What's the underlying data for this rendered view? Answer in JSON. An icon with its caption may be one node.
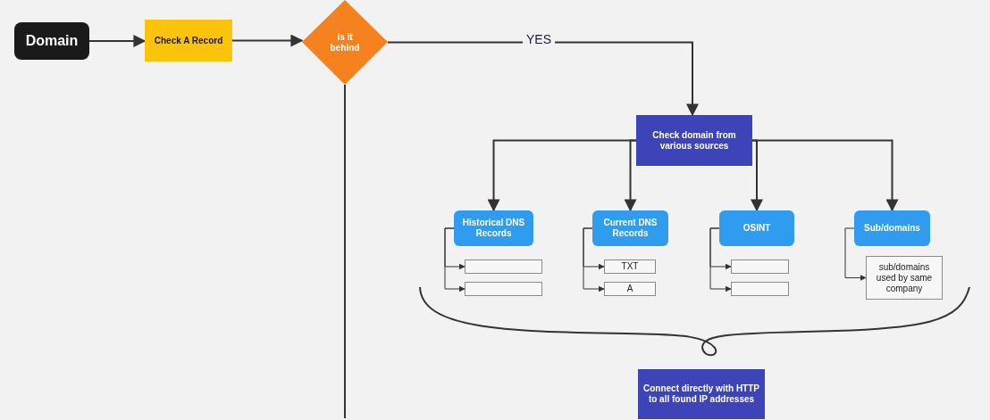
{
  "diagram": {
    "nodes": [
      {
        "text": [
          "Domain"
        ]
      },
      {
        "text": [
          "Check A Record"
        ]
      },
      {
        "text": [
          "is it behind"
        ]
      },
      {
        "text": [
          "Check domain from various sources"
        ]
      },
      {
        "text": [
          "Historical DNS Records"
        ]
      },
      {
        "text": [
          "Current DNS Records"
        ]
      },
      {
        "text": [
          "OSINT"
        ]
      },
      {
        "text": [
          "Sub/domains"
        ]
      },
      {
        "text": [],
        "shape": "box"
      },
      {
        "text": [],
        "shape": "box"
      },
      {
        "text": [
          "TXT"
        ]
      },
      {
        "text": [
          "A"
        ]
      },
      {
        "text": [],
        "shape": "box"
      },
      {
        "text": [],
        "shape": "box"
      },
      {
        "text": [
          "sub/domains used by same company"
        ]
      },
      {
        "text": [
          "Connect directly with HTTP to all found IP addresses"
        ]
      }
    ],
    "edges": [
      {
        "from": 0,
        "to": 1,
        "arrow": "to"
      },
      {
        "from": 1,
        "to": 2,
        "arrow": "to"
      },
      {
        "from": 2,
        "to": 3,
        "arrow": "to",
        "label": "YES"
      },
      {
        "from": 2,
        "to": null,
        "arrow": "none"
      },
      {
        "from": 3,
        "to": 4,
        "arrow": "to"
      },
      {
        "from": 3,
        "to": 5,
        "arrow": "to"
      },
      {
        "from": 3,
        "to": 6,
        "arrow": "to"
      },
      {
        "from": 3,
        "to": 7,
        "arrow": "to"
      },
      {
        "from": 4,
        "to": 8,
        "arrow": "to"
      },
      {
        "from": 4,
        "to": 9,
        "arrow": "to"
      },
      {
        "from": 5,
        "to": 10,
        "arrow": "to"
      },
      {
        "from": 5,
        "to": 11,
        "arrow": "to"
      },
      {
        "from": 6,
        "to": 12,
        "arrow": "to"
      },
      {
        "from": 6,
        "to": 13,
        "arrow": "to"
      },
      {
        "from": 7,
        "to": 14,
        "arrow": "to"
      }
    ]
  }
}
